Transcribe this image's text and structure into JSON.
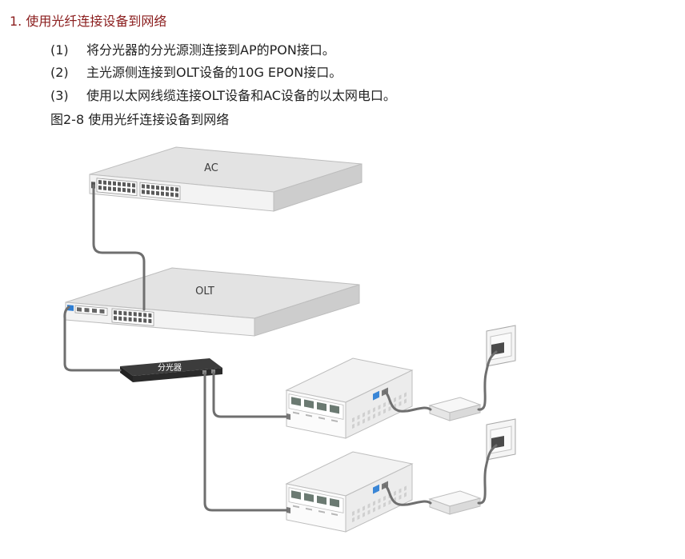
{
  "heading": {
    "text": "1. 使用光纤连接设备到网络"
  },
  "steps": [
    {
      "num": "(1)",
      "text": "将分光器的分光源测连接到AP的PON接口。"
    },
    {
      "num": "(2)",
      "text": "主光源侧连接到OLT设备的10G EPON接口。"
    },
    {
      "num": "(3)",
      "text": "使用以太网线缆连接OLT设备和AC设备的以太网电口。"
    }
  ],
  "figure": {
    "caption": "图2-8 使用光纤连接设备到网络",
    "labels": {
      "ac": "AC",
      "olt": "OLT",
      "splitter": "分光器"
    }
  },
  "colors": {
    "heading": "#8b1e1e",
    "body_text": "#222222",
    "fiber_port": "#2e7ed4",
    "cable": "#6f6f6f",
    "splitter": "#3a3a3a"
  }
}
